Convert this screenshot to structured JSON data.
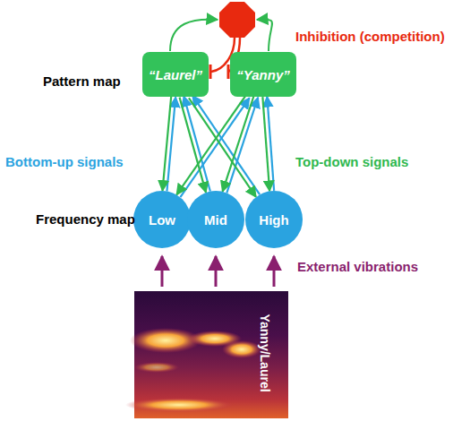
{
  "diagram": {
    "nodes": [
      {
        "text": [
          "“Laurel”"
        ]
      },
      {
        "text": [
          "“Yanny”"
        ]
      },
      {
        "text": [
          "Low"
        ]
      },
      {
        "text": [
          "Mid"
        ]
      },
      {
        "text": [
          "High"
        ]
      }
    ],
    "edges": [
      {
        "from": 2,
        "to": 0,
        "arrow": "to"
      },
      {
        "from": 3,
        "to": 0,
        "arrow": "to"
      },
      {
        "from": 4,
        "to": 0,
        "arrow": "to"
      },
      {
        "from": 2,
        "to": 1,
        "arrow": "to"
      },
      {
        "from": 3,
        "to": 1,
        "arrow": "to"
      },
      {
        "from": 4,
        "to": 1,
        "arrow": "to"
      },
      {
        "from": 0,
        "to": 2,
        "arrow": "to"
      },
      {
        "from": 0,
        "to": 3,
        "arrow": "to"
      },
      {
        "from": 0,
        "to": 4,
        "arrow": "to"
      },
      {
        "from": 1,
        "to": 2,
        "arrow": "to"
      },
      {
        "from": 1,
        "to": 3,
        "arrow": "to"
      },
      {
        "from": 1,
        "to": 4,
        "arrow": "to"
      }
    ],
    "labels": [
      "Pattern map",
      "Frequency map",
      "Bottom-up signals",
      "Top-down signals",
      "Inhibition (competition)",
      "External vibrations",
      "Yanny/Laurel"
    ]
  }
}
